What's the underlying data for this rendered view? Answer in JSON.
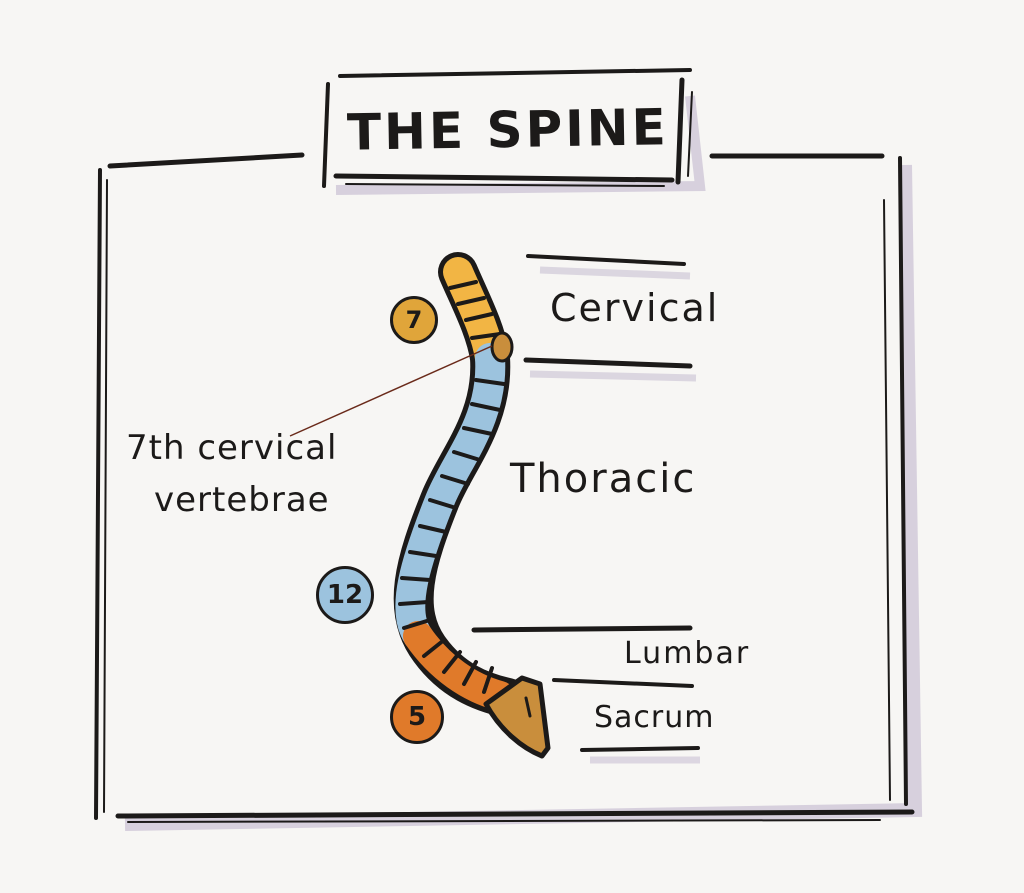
{
  "title": "THE SPINE",
  "regions": {
    "cervical": "Cervical",
    "thoracic": "Thoracic",
    "lumbar": "Lumbar",
    "sacrum": "Sacrum"
  },
  "annotation": {
    "line1": "7th cervical",
    "line2": "vertebrae"
  },
  "counts": {
    "cervical": "7",
    "thoracic": "12",
    "lumbar": "5"
  },
  "colors": {
    "cervical": "#f2b544",
    "thoracic": "#9cc3de",
    "lumbar": "#e07a2a",
    "sacrum": "#c98e3c",
    "ink": "#1c1a19",
    "shadow": "#c9c1d3"
  }
}
